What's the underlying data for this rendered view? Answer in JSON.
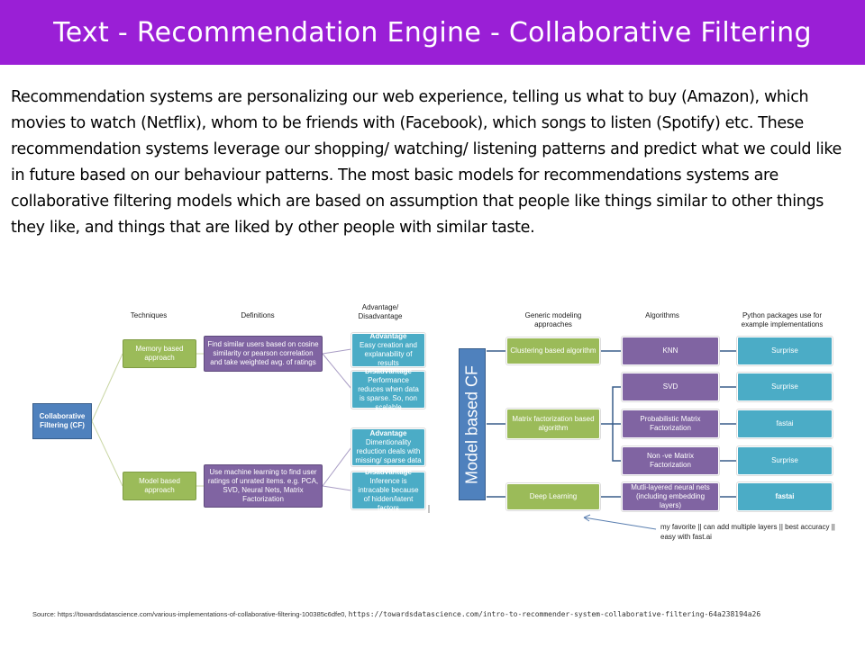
{
  "title": "Text - Recommendation Engine - Collaborative Filtering",
  "intro": "Recommendation systems are personalizing our web experience, telling us what to buy (Amazon), which movies to watch (Netflix), whom to be friends with (Facebook), which songs to listen (Spotify) etc. These recommendation systems leverage our shopping/ watching/ listening patterns and predict what we could like in future based on our behaviour patterns. The most basic models for recommendations systems are collaborative filtering models which are based on assumption that people like things similar to other things they like, and things that are liked by other people with similar taste.",
  "left_diagram": {
    "headers": {
      "techniques": "Techniques",
      "definitions": "Definitions",
      "advantage": "Advantage/ Disadvantage"
    },
    "root": "Collaborative Filtering (CF)",
    "memory": {
      "label": "Memory based approach",
      "definition": "Find similar users based on cosine similarity or pearson correlation and take weighted avg. of ratings",
      "adv_title": "Advantage",
      "adv_text": "Easy creation and explanability of results",
      "dis_title": "Disadvantage",
      "dis_text": "Performance reduces when data is sparse. So, non scalable"
    },
    "model": {
      "label": "Model based approach",
      "definition": "Use machine learning to find user ratings of unrated items. e.g. PCA, SVD, Neural Nets, Matrix Factorization",
      "adv_title": "Advantage",
      "adv_text": "Dimentionality reduction deals with missing/ sparse data",
      "dis_title": "Disadvantage",
      "dis_text": "Inference is intracable because of hidden/latent factors"
    }
  },
  "right_diagram": {
    "headers": {
      "approaches": "Generic modeling approaches",
      "algorithms": "Algorithms",
      "packages": "Python packages use for example implementations"
    },
    "root": "Model based CF",
    "approaches": {
      "clustering": "Clustering based algorithm",
      "matrix": "Matrix factorization based algorithm",
      "deep": "Deep Learning"
    },
    "algorithms": {
      "knn": "KNN",
      "svd": "SVD",
      "pmf": "Probabilistic Matrix Factorization",
      "nmf": "Non -ve Matrix Factorization",
      "mlnn": "Mutli-layered neural nets (including embedding layers)"
    },
    "packages": {
      "knn": "Surprise",
      "svd": "Surprise",
      "pmf": "fastai",
      "nmf": "Surprise",
      "mlnn": "fastai"
    },
    "note": "my favorite || can add multiple layers || best accuracy || easy with fast.ai"
  },
  "source": {
    "prefix": "Source: https://towardsdatascience.com/various-implementations-of-collaborative-filtering-100385c6dfe0,",
    "link": "https://towardsdatascience.com/intro-to-recommender-system-collaborative-filtering-64a238194a26"
  },
  "colors": {
    "title_bar": "#9a1fd6",
    "green": "#9bbb59",
    "purple": "#8064a2",
    "blue": "#4bacc6",
    "navy": "#4f81bd"
  }
}
